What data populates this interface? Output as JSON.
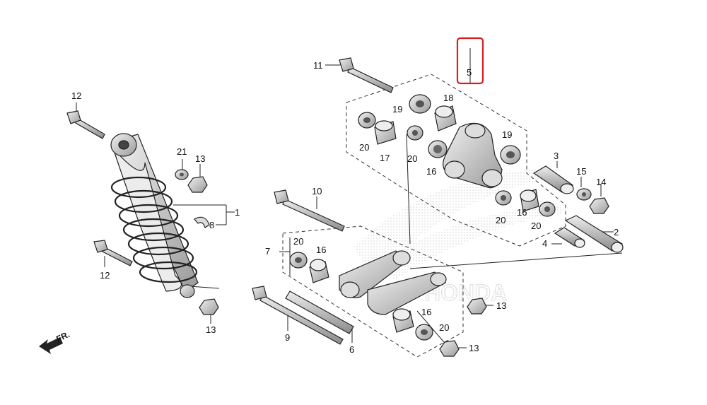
{
  "diagram": {
    "labels": [
      {
        "id": "1",
        "text": "1"
      },
      {
        "id": "2",
        "text": "2"
      },
      {
        "id": "3",
        "text": "3"
      },
      {
        "id": "4",
        "text": "4"
      },
      {
        "id": "5",
        "text": "5"
      },
      {
        "id": "6",
        "text": "6"
      },
      {
        "id": "7",
        "text": "7"
      },
      {
        "id": "8",
        "text": "8"
      },
      {
        "id": "9",
        "text": "9"
      },
      {
        "id": "10",
        "text": "10"
      },
      {
        "id": "11",
        "text": "11"
      },
      {
        "id": "12a",
        "text": "12"
      },
      {
        "id": "12b",
        "text": "12"
      },
      {
        "id": "13a",
        "text": "13"
      },
      {
        "id": "13b",
        "text": "13"
      },
      {
        "id": "13c",
        "text": "13"
      },
      {
        "id": "13d",
        "text": "13"
      },
      {
        "id": "14",
        "text": "14"
      },
      {
        "id": "15",
        "text": "15"
      },
      {
        "id": "16a",
        "text": "16"
      },
      {
        "id": "16b",
        "text": "16"
      },
      {
        "id": "16c",
        "text": "16"
      },
      {
        "id": "16d",
        "text": "16"
      },
      {
        "id": "17",
        "text": "17"
      },
      {
        "id": "18",
        "text": "18"
      },
      {
        "id": "19a",
        "text": "19"
      },
      {
        "id": "19b",
        "text": "19"
      },
      {
        "id": "20a",
        "text": "20"
      },
      {
        "id": "20b",
        "text": "20"
      },
      {
        "id": "20c",
        "text": "20"
      },
      {
        "id": "20d",
        "text": "20"
      },
      {
        "id": "20e",
        "text": "20"
      },
      {
        "id": "20f",
        "text": "20"
      },
      {
        "id": "21",
        "text": "21"
      }
    ],
    "front_arrow_text": "FR.",
    "watermark_text": "HONDA",
    "highlight_color": "#d42020"
  }
}
